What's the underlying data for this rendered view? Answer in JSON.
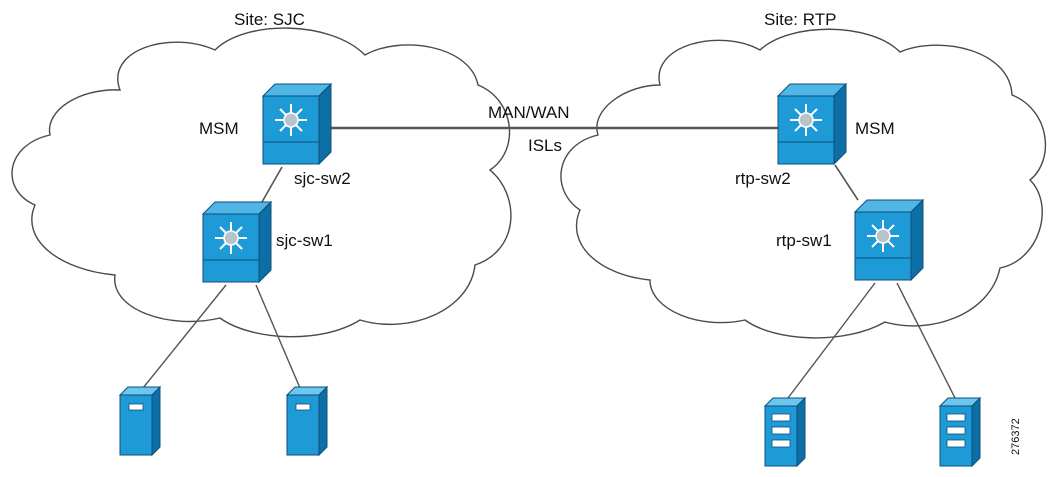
{
  "sites": [
    {
      "label": "Site: SJC"
    },
    {
      "label": "Site: RTP"
    }
  ],
  "link": {
    "line1": "MAN/WAN",
    "line2": "ISLs"
  },
  "switches": {
    "sjc_sw2": {
      "name": "sjc-sw2",
      "role": "MSM"
    },
    "sjc_sw1": {
      "name": "sjc-sw1"
    },
    "rtp_sw2": {
      "name": "rtp-sw2",
      "role": "MSM"
    },
    "rtp_sw1": {
      "name": "rtp-sw1"
    }
  },
  "figure_id": "276372",
  "colors": {
    "switch_fill": "#1e9bd7",
    "switch_dark": "#0d6fa6",
    "cloud_stroke": "#4a4a4a",
    "line": "#555555"
  },
  "icons": {
    "switch": "multilayer-switch-icon",
    "host": "server-icon",
    "storage": "storage-array-icon"
  }
}
